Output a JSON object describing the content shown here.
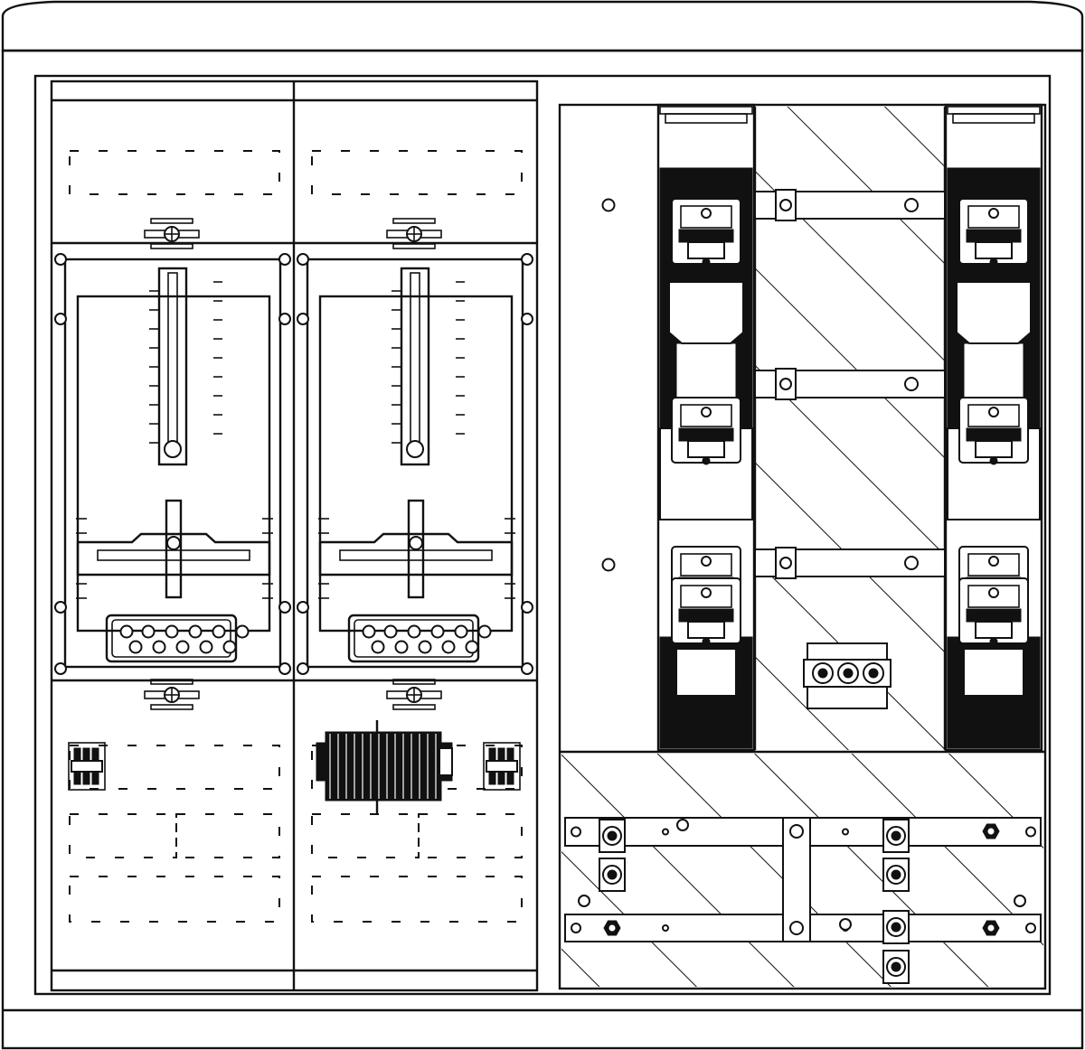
{
  "colors": {
    "line": "#111111",
    "paper": "#ffffff",
    "hatch": "#111111"
  },
  "cabinet": {
    "meter_panels": {
      "count": 2,
      "scale_ticks": 9
    },
    "terminal_blocks": {
      "large_block_poles": 10,
      "small_block_poles": 3
    },
    "fuse_strips": {
      "count": 2,
      "fuse_levels": 3
    },
    "busbars": {
      "count": 3
    },
    "connection_plate": {
      "terminals": 3
    }
  }
}
